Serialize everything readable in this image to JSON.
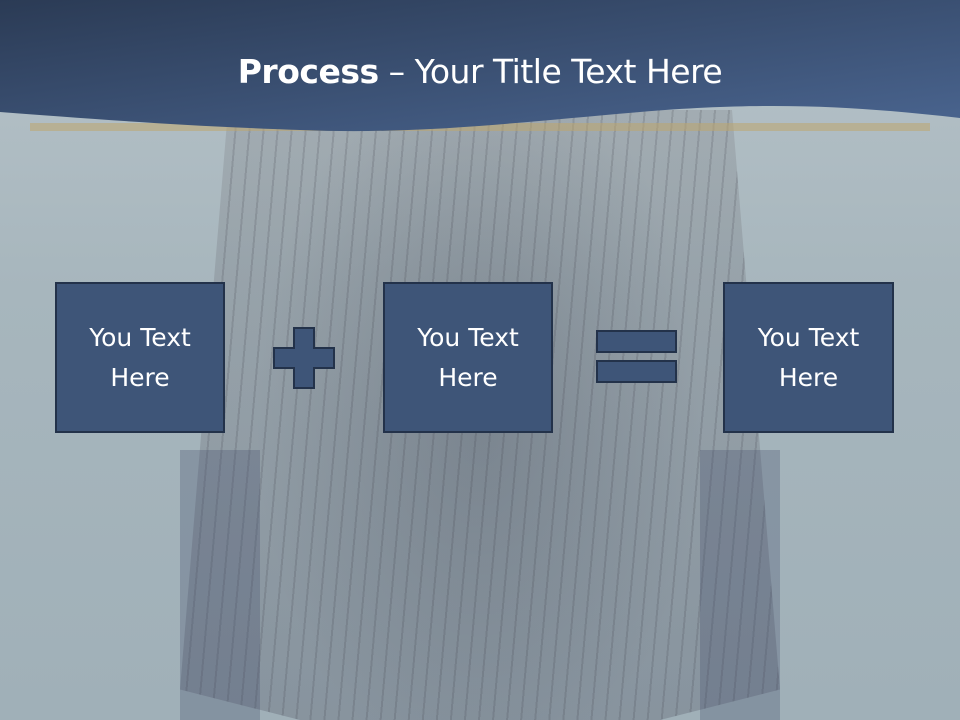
{
  "slide": {
    "title": {
      "bold": "Process",
      "rest": " – Your Title Text Here"
    },
    "boxes": [
      {
        "text": "You Text Here"
      },
      {
        "text": "You Text Here"
      },
      {
        "text": "You Text Here"
      }
    ],
    "operators": [
      {
        "symbol": "plus-icon"
      },
      {
        "symbol": "equals-icon"
      }
    ],
    "colors": {
      "header_dark": "#2d3e58",
      "header_light": "#46608a",
      "box_fill": "#3e5578",
      "box_border": "#23324a",
      "title_text": "#ffffff"
    },
    "background": "tall-ship-on-water-photo"
  }
}
